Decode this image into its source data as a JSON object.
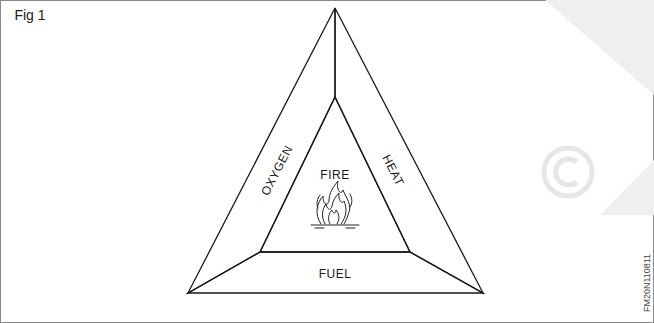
{
  "diagram": {
    "nodes": [
      {
        "text": [
          "OXYGEN"
        ]
      },
      {
        "text": [
          "FIRE"
        ]
      },
      {
        "text": [
          "HEAT"
        ]
      },
      {
        "text": [
          "FUEL"
        ]
      }
    ],
    "labels": [
      "Fig 1",
      "FM20N110811"
    ]
  }
}
